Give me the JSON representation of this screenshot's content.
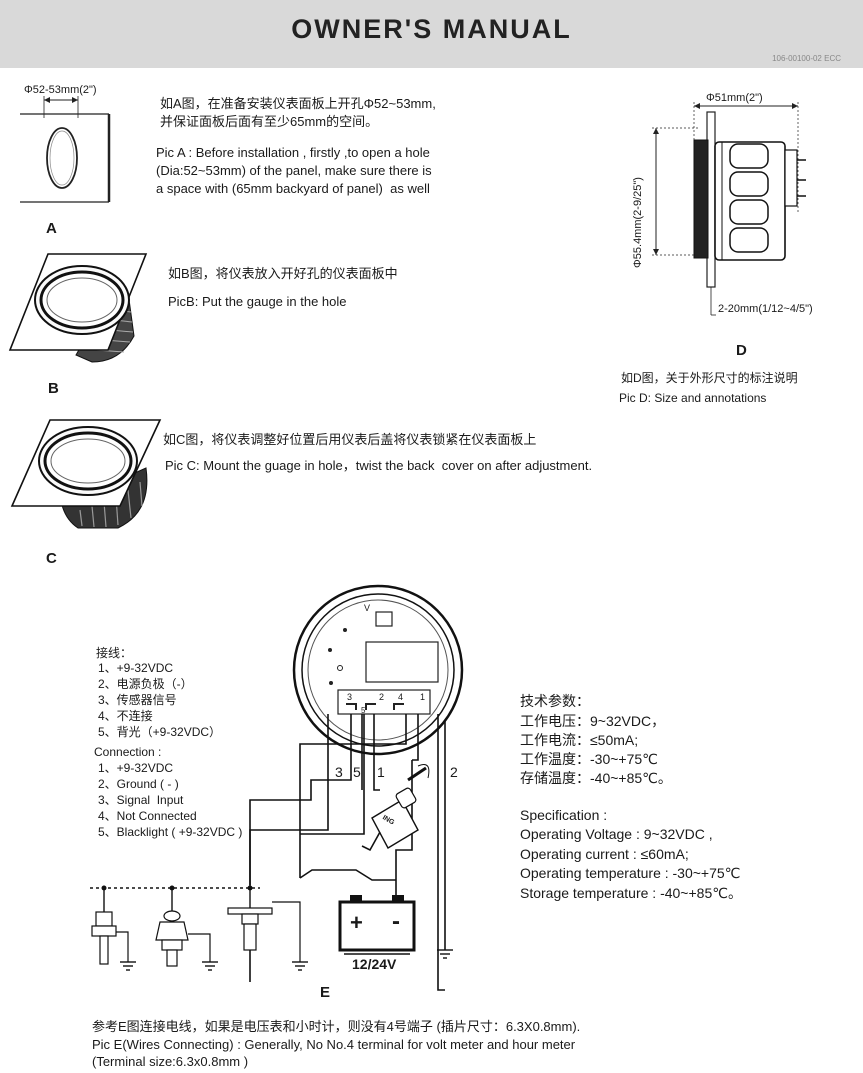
{
  "header": {
    "title": "OWNER'S  MANUAL",
    "doc_code": "106-00100-02 ECC"
  },
  "pic_a": {
    "dim_label": "Φ52-53mm(2\")",
    "cn_text": "如A图，在准备安装仪表面板上开孔Φ52~53mm,\n并保证面板后面有至少65mm的空间。",
    "en_text": "Pic A : Before installation , firstly ,to open a hole\n(Dia:52~53mm) of the panel, make sure there is\na space with (65mm backyard of panel)  as well",
    "label": "A"
  },
  "pic_b": {
    "cn_text": "如B图，将仪表放入开好孔的仪表面板中",
    "en_text": "PicB: Put the gauge in the hole",
    "label": "B"
  },
  "pic_c": {
    "cn_text": "如C图，将仪表调整好位置后用仪表后盖将仪表锁紧在仪表面板上",
    "en_text": "Pic C: Mount the guage in hole，twist the back  cover on after adjustment.",
    "label": "C"
  },
  "pic_d": {
    "dim_diameter": "Φ51mm(2\")",
    "dim_height": "Φ55.4mm(2-9/25\")",
    "dim_panel": "2-20mm(1/12~4/5\")",
    "label": "D",
    "cn_text": "如D图，关于外形尺寸的标注说明",
    "en_text": "Pic D: Size and annotations"
  },
  "wiring_cn": {
    "heading": "接线：",
    "items": [
      "1、+9-32VDC",
      "2、电源负极（-）",
      "3、传感器信号",
      "4、不连接",
      "5、背光（+9-32VDC）"
    ]
  },
  "wiring_en": {
    "heading": "Connection :",
    "items": [
      "1、+9-32VDC",
      "2、Ground ( - )",
      "3、Signal  Input",
      "4、Not Connected",
      "5、Blacklight ( +9-32VDC )"
    ]
  },
  "spec_cn": {
    "heading": "技术参数：",
    "items": [
      "工作电压：9~32VDC，",
      "工作电流：≤50mA;",
      "工作温度：-30~+75℃",
      "存储温度：-40~+85℃。"
    ]
  },
  "spec_en": {
    "heading": "Specification :",
    "items": [
      "Operating Voltage : 9~32VDC ,",
      "Operating current : ≤60mA;",
      "Operating temperature : -30~+75℃",
      "Storage temperature : -40~+85℃。"
    ]
  },
  "diagram_e": {
    "wire_labels": [
      "3",
      "5",
      "1",
      "2"
    ],
    "terminal_labels": [
      "3",
      "2",
      "5",
      "4",
      "1"
    ],
    "battery_label": "12/24V",
    "battery_plus": "+",
    "battery_minus": "-",
    "switch_label": "ING",
    "gauge_v": "V",
    "label": "E"
  },
  "pic_e": {
    "cn_text": "参考E图连接电线，如果是电压表和小时计，则没有4号端子 (插片尺寸：6.3X0.8mm).",
    "en_text": "Pic E(Wires Connecting) : Generally, No No.4 terminal for volt meter and hour meter\n(Terminal size:6.3x0.8mm )"
  }
}
